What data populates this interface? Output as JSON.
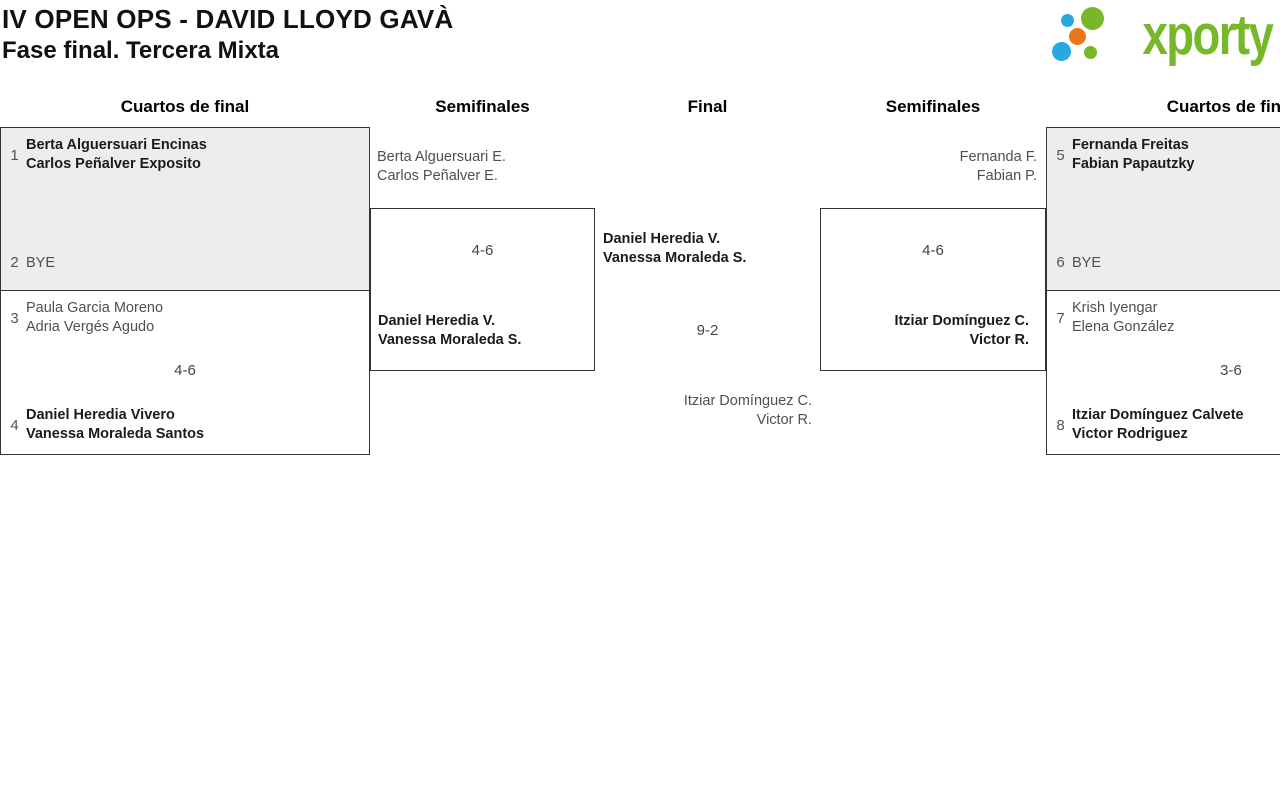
{
  "page": {
    "title": "IV OPEN OPS - DAVID LLOYD GAVÀ",
    "subtitle": "Fase final. Tercera Mixta",
    "logo_text": "xporty"
  },
  "brand_colors": {
    "green": "#76b82a",
    "blue": "#29a8e0",
    "orange": "#e87717"
  },
  "round_headers": {
    "qf_left": "Cuartos de final",
    "sf_left": "Semifinales",
    "final": "Final",
    "sf_right": "Semifinales",
    "qf_right": "Cuartos de final"
  },
  "bracket": {
    "qf_left_match1": {
      "seed_top": "1",
      "top_p1": "Berta Alguersuari Encinas",
      "top_p2": "Carlos Peñalver Exposito",
      "seed_bottom": "2",
      "bottom_bye": "BYE"
    },
    "qf_left_match2": {
      "seed_top": "3",
      "top_p1": "Paula Garcia Moreno",
      "top_p2": "Adria Vergés Agudo",
      "score": "4-6",
      "seed_bottom": "4",
      "bottom_p1": "Daniel Heredia Vivero",
      "bottom_p2": "Vanessa Moraleda Santos"
    },
    "sf_left": {
      "top_p1": "Berta Alguersuari E.",
      "top_p2": "Carlos Peñalver E.",
      "score": "4-6",
      "bottom_p1": "Daniel Heredia V.",
      "bottom_p2": "Vanessa Moraleda S."
    },
    "final": {
      "top_p1": "Daniel Heredia V.",
      "top_p2": "Vanessa Moraleda S.",
      "score": "9-2",
      "bottom_p1": "Itziar Domínguez C.",
      "bottom_p2": "Victor R."
    },
    "sf_right": {
      "top_p1": "Fernanda F.",
      "top_p2": "Fabian P.",
      "score": "4-6",
      "bottom_p1": "Itziar Domínguez C.",
      "bottom_p2": "Victor R."
    },
    "qf_right_match1": {
      "seed_top": "5",
      "top_p1": "Fernanda Freitas",
      "top_p2": "Fabian Papautzky",
      "seed_bottom": "6",
      "bottom_bye": "BYE"
    },
    "qf_right_match2": {
      "seed_top": "7",
      "top_p1": "Krish Iyengar",
      "top_p2": "Elena González",
      "score": "3-6",
      "seed_bottom": "8",
      "bottom_p1": "Itziar Domínguez Calvete",
      "bottom_p2": "Victor Rodriguez"
    }
  }
}
